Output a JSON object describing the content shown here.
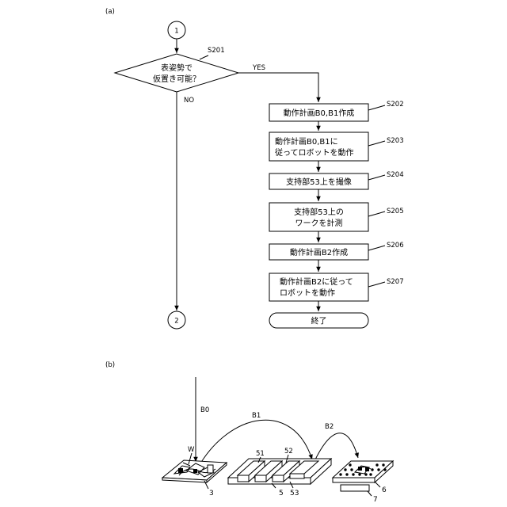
{
  "panel_a": {
    "label": "(a)",
    "connector_start": "1",
    "connector_end": "2",
    "decision": {
      "id": "S201",
      "line1": "表姿勢で",
      "line2": "仮置き可能？",
      "yes_label": "YES",
      "no_label": "NO"
    },
    "steps": [
      {
        "id": "S202",
        "lines": [
          "動作計画B0,B1作成"
        ]
      },
      {
        "id": "S203",
        "lines": [
          "動作計画B0,B1に",
          "従ってロボットを動作"
        ]
      },
      {
        "id": "S204",
        "lines": [
          "支持部53上を撮像"
        ]
      },
      {
        "id": "S205",
        "lines": [
          "支持部53上の",
          "ワークを計測"
        ]
      },
      {
        "id": "S206",
        "lines": [
          "動作計画B2作成"
        ]
      },
      {
        "id": "S207",
        "lines": [
          "動作計画B2に従って",
          "ロボットを動作"
        ]
      }
    ],
    "end_label": "終了"
  },
  "panel_b": {
    "label": "(b)",
    "arrows": {
      "b0": "B0",
      "b1": "B1",
      "b2": "B2"
    },
    "workpiece": "W",
    "parts": {
      "supply_tray": "3",
      "temporary_table": "5",
      "support_51": "51",
      "support_52": "52",
      "support_53": "53",
      "pallet": "6",
      "pallet_base": "7"
    }
  }
}
